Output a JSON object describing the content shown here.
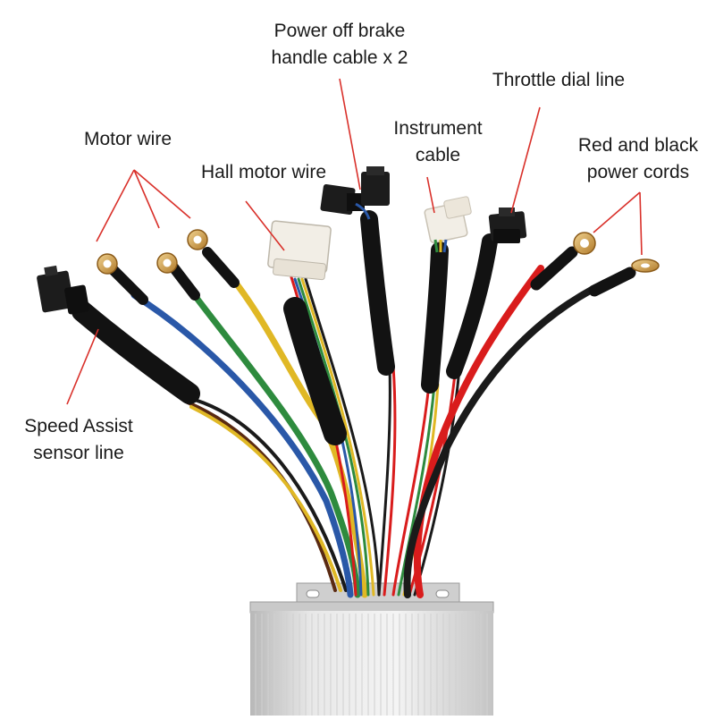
{
  "labels": {
    "brake": [
      "Power off brake",
      "handle cable x 2"
    ],
    "throttle": [
      "Throttle dial line"
    ],
    "instrument": [
      "Instrument",
      "cable"
    ],
    "motor": [
      "Motor wire"
    ],
    "hall": [
      "Hall motor wire"
    ],
    "power": [
      "Red and black",
      "power cords"
    ],
    "speed": [
      "Speed Assist",
      "sensor line"
    ]
  },
  "colors": {
    "leader_line": "#d9302a",
    "controller_body": "#d6d6d6",
    "wire_blue": "#2a58a8",
    "wire_green": "#2e8b3e",
    "wire_yellow": "#e0b825",
    "wire_red": "#d91c1c",
    "wire_black": "#1a1a1a",
    "wire_brown": "#5a2a12",
    "sleeve": "#121212",
    "connector_white": "#f2eee6",
    "ring_terminal": "#d9a54a"
  }
}
